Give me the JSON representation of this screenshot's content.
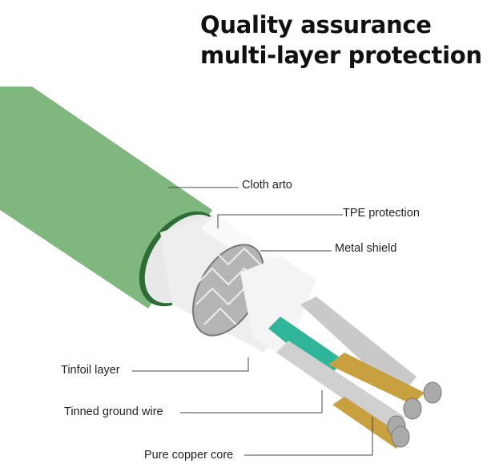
{
  "header": {
    "title_line1": "Quality assurance",
    "title_line2": "multi-layer protection"
  },
  "labels": {
    "cloth": "Cloth arto",
    "tpe": "TPE protection",
    "metal": "Metal shield",
    "tinfoil": "Tinfoil layer",
    "ground": "Tinned ground wire",
    "copper": "Pure copper core"
  },
  "colors": {
    "jacket": "#7fb77e",
    "jacket_dark": "#2e6b35",
    "tpe": "#f2f2f2",
    "shield": "#9a9a9a",
    "copper": "#c8a040",
    "teal": "#2fb59a"
  }
}
